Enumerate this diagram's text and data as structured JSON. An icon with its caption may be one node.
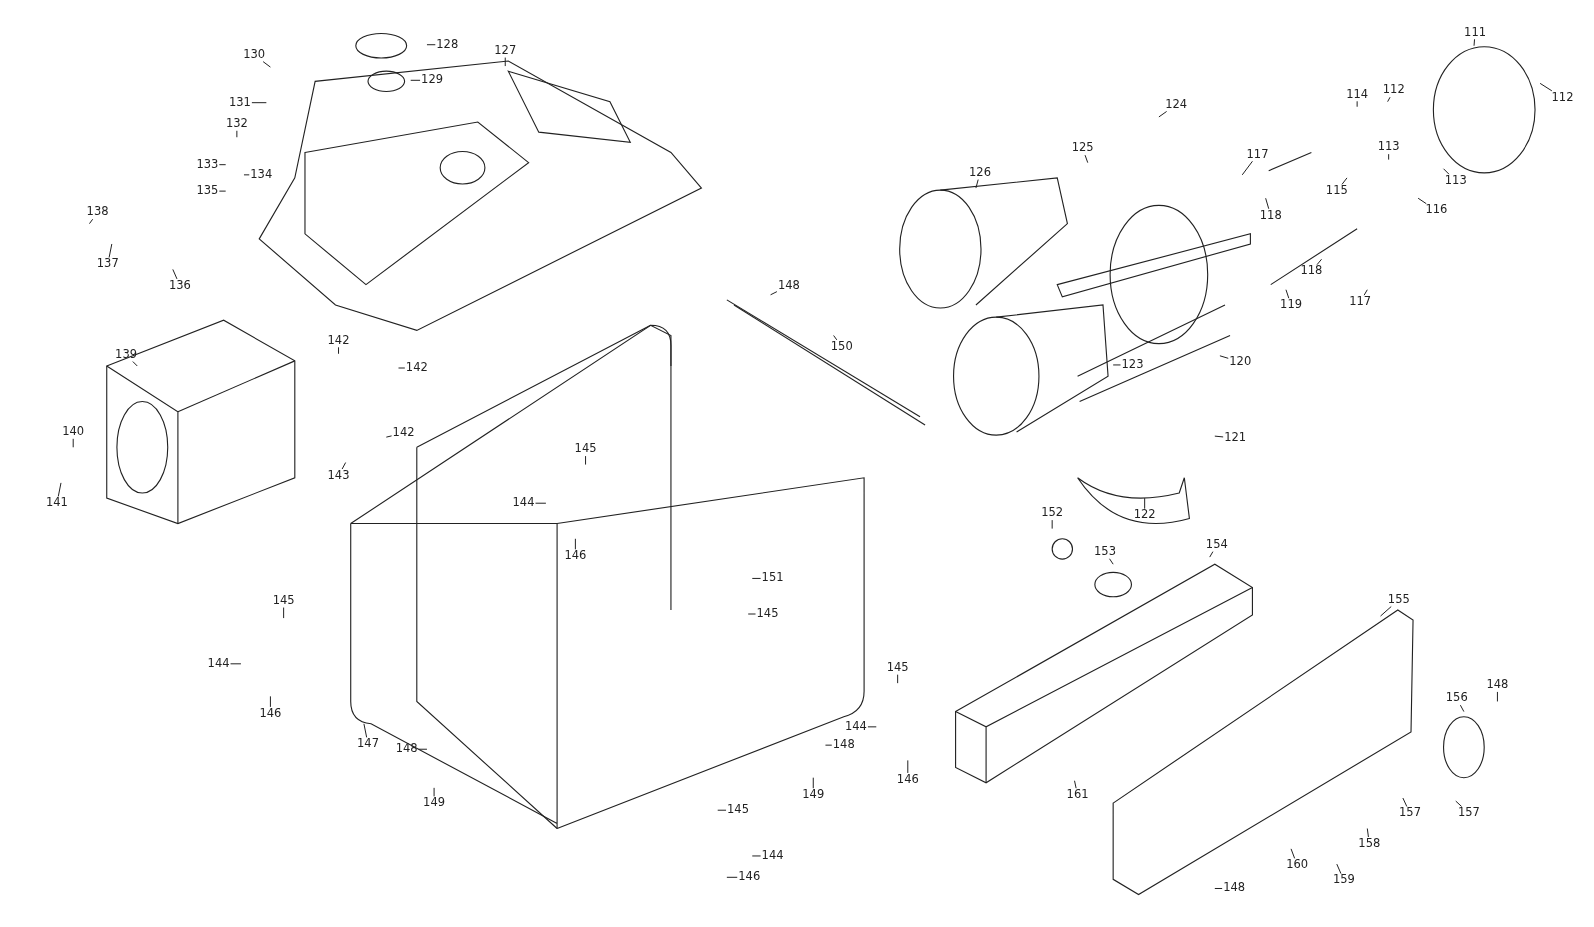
{
  "diagram": {
    "nodes": [
      {
        "text": [
          "128"
        ]
      },
      {
        "text": [
          "127"
        ]
      },
      {
        "text": [
          "130"
        ]
      },
      {
        "text": [
          "129"
        ]
      },
      {
        "text": [
          "131"
        ]
      },
      {
        "text": [
          "132"
        ]
      },
      {
        "text": [
          "133"
        ]
      },
      {
        "text": [
          "134"
        ]
      },
      {
        "text": [
          "135"
        ]
      },
      {
        "text": [
          "138"
        ]
      },
      {
        "text": [
          "137"
        ]
      },
      {
        "text": [
          "136"
        ]
      },
      {
        "text": [
          "139"
        ]
      },
      {
        "text": [
          "140"
        ]
      },
      {
        "text": [
          "141"
        ]
      },
      {
        "text": [
          "142"
        ]
      },
      {
        "text": [
          "142"
        ]
      },
      {
        "text": [
          "142"
        ]
      },
      {
        "text": [
          "143"
        ]
      },
      {
        "text": [
          "145"
        ]
      },
      {
        "text": [
          "144"
        ]
      },
      {
        "text": [
          "146"
        ]
      },
      {
        "text": [
          "145"
        ]
      },
      {
        "text": [
          "144"
        ]
      },
      {
        "text": [
          "146"
        ]
      },
      {
        "text": [
          "147"
        ]
      },
      {
        "text": [
          "148"
        ]
      },
      {
        "text": [
          "149"
        ]
      },
      {
        "text": [
          "150"
        ]
      },
      {
        "text": [
          "148"
        ]
      },
      {
        "text": [
          "151"
        ]
      },
      {
        "text": [
          "145"
        ]
      },
      {
        "text": [
          "145"
        ]
      },
      {
        "text": [
          "144"
        ]
      },
      {
        "text": [
          "146"
        ]
      },
      {
        "text": [
          "148"
        ]
      },
      {
        "text": [
          "149"
        ]
      },
      {
        "text": [
          "145"
        ]
      },
      {
        "text": [
          "144"
        ]
      },
      {
        "text": [
          "146"
        ]
      },
      {
        "text": [
          "124"
        ]
      },
      {
        "text": [
          "125"
        ]
      },
      {
        "text": [
          "126"
        ]
      },
      {
        "text": [
          "117"
        ]
      },
      {
        "text": [
          "118"
        ]
      },
      {
        "text": [
          "118"
        ]
      },
      {
        "text": [
          "117"
        ]
      },
      {
        "text": [
          "119"
        ]
      },
      {
        "text": [
          "123"
        ]
      },
      {
        "text": [
          "120"
        ]
      },
      {
        "text": [
          "121"
        ]
      },
      {
        "text": [
          "122"
        ]
      },
      {
        "text": [
          "111"
        ]
      },
      {
        "text": [
          "112"
        ]
      },
      {
        "text": [
          "114"
        ]
      },
      {
        "text": [
          "112"
        ]
      },
      {
        "text": [
          "113"
        ]
      },
      {
        "text": [
          "115"
        ]
      },
      {
        "text": [
          "113"
        ]
      },
      {
        "text": [
          "116"
        ]
      },
      {
        "text": [
          "152"
        ]
      },
      {
        "text": [
          "153"
        ]
      },
      {
        "text": [
          "154"
        ]
      },
      {
        "text": [
          "155"
        ]
      },
      {
        "text": [
          "156"
        ]
      },
      {
        "text": [
          "148"
        ]
      },
      {
        "text": [
          "157"
        ]
      },
      {
        "text": [
          "157"
        ]
      },
      {
        "text": [
          "158"
        ]
      },
      {
        "text": [
          "159"
        ]
      },
      {
        "text": [
          "160"
        ]
      },
      {
        "text": [
          "161"
        ]
      },
      {
        "text": [
          "148"
        ]
      }
    ],
    "edges": [
      {
        "from": 0,
        "to": null,
        "arrow": "none"
      },
      {
        "from": 1,
        "to": null,
        "arrow": "none"
      },
      {
        "from": 2,
        "to": null,
        "arrow": "none"
      },
      {
        "from": 3,
        "to": null,
        "arrow": "none"
      },
      {
        "from": 4,
        "to": null,
        "arrow": "none"
      },
      {
        "from": 5,
        "to": null,
        "arrow": "none"
      },
      {
        "from": 6,
        "to": null,
        "arrow": "none"
      },
      {
        "from": 7,
        "to": null,
        "arrow": "none"
      },
      {
        "from": 8,
        "to": null,
        "arrow": "none"
      },
      {
        "from": 9,
        "to": null,
        "arrow": "none"
      },
      {
        "from": 10,
        "to": null,
        "arrow": "none"
      },
      {
        "from": 11,
        "to": null,
        "arrow": "none"
      },
      {
        "from": 12,
        "to": null,
        "arrow": "none"
      },
      {
        "from": 13,
        "to": null,
        "arrow": "none"
      },
      {
        "from": 14,
        "to": null,
        "arrow": "none"
      },
      {
        "from": 15,
        "to": null,
        "arrow": "none"
      },
      {
        "from": 16,
        "to": null,
        "arrow": "none"
      },
      {
        "from": 17,
        "to": null,
        "arrow": "none"
      },
      {
        "from": 18,
        "to": null,
        "arrow": "none"
      },
      {
        "from": 19,
        "to": null,
        "arrow": "none"
      },
      {
        "from": 20,
        "to": null,
        "arrow": "none"
      },
      {
        "from": 21,
        "to": null,
        "arrow": "none"
      },
      {
        "from": 22,
        "to": null,
        "arrow": "none"
      },
      {
        "from": 23,
        "to": null,
        "arrow": "none"
      },
      {
        "from": 24,
        "to": null,
        "arrow": "none"
      },
      {
        "from": 25,
        "to": null,
        "arrow": "none"
      },
      {
        "from": 26,
        "to": null,
        "arrow": "none"
      },
      {
        "from": 27,
        "to": null,
        "arrow": "none"
      },
      {
        "from": 28,
        "to": null,
        "arrow": "none"
      },
      {
        "from": 29,
        "to": null,
        "arrow": "none"
      },
      {
        "from": 30,
        "to": null,
        "arrow": "none"
      },
      {
        "from": 31,
        "to": null,
        "arrow": "none"
      },
      {
        "from": 32,
        "to": null,
        "arrow": "none"
      },
      {
        "from": 33,
        "to": null,
        "arrow": "none"
      },
      {
        "from": 34,
        "to": null,
        "arrow": "none"
      },
      {
        "from": 35,
        "to": null,
        "arrow": "none"
      },
      {
        "from": 36,
        "to": null,
        "arrow": "none"
      },
      {
        "from": 37,
        "to": null,
        "arrow": "none"
      },
      {
        "from": 38,
        "to": null,
        "arrow": "none"
      },
      {
        "from": 39,
        "to": null,
        "arrow": "none"
      },
      {
        "from": 40,
        "to": null,
        "arrow": "none"
      },
      {
        "from": 41,
        "to": null,
        "arrow": "none"
      },
      {
        "from": 42,
        "to": null,
        "arrow": "none"
      },
      {
        "from": 43,
        "to": null,
        "arrow": "none"
      },
      {
        "from": 44,
        "to": null,
        "arrow": "none"
      },
      {
        "from": 45,
        "to": null,
        "arrow": "none"
      },
      {
        "from": 46,
        "to": null,
        "arrow": "none"
      },
      {
        "from": 47,
        "to": null,
        "arrow": "none"
      },
      {
        "from": 48,
        "to": null,
        "arrow": "none"
      },
      {
        "from": 49,
        "to": null,
        "arrow": "none"
      },
      {
        "from": 50,
        "to": null,
        "arrow": "none"
      },
      {
        "from": 51,
        "to": null,
        "arrow": "none"
      },
      {
        "from": 52,
        "to": null,
        "arrow": "none"
      },
      {
        "from": 53,
        "to": null,
        "arrow": "none"
      },
      {
        "from": 54,
        "to": null,
        "arrow": "none"
      },
      {
        "from": 55,
        "to": null,
        "arrow": "none"
      },
      {
        "from": 56,
        "to": null,
        "arrow": "none"
      },
      {
        "from": 57,
        "to": null,
        "arrow": "none"
      },
      {
        "from": 58,
        "to": null,
        "arrow": "none"
      },
      {
        "from": 59,
        "to": null,
        "arrow": "none"
      },
      {
        "from": 60,
        "to": null,
        "arrow": "none"
      },
      {
        "from": 61,
        "to": null,
        "arrow": "none"
      },
      {
        "from": 62,
        "to": null,
        "arrow": "none"
      },
      {
        "from": 63,
        "to": null,
        "arrow": "none"
      },
      {
        "from": 64,
        "to": null,
        "arrow": "none"
      },
      {
        "from": 65,
        "to": null,
        "arrow": "none"
      },
      {
        "from": 66,
        "to": null,
        "arrow": "none"
      },
      {
        "from": 67,
        "to": null,
        "arrow": "none"
      },
      {
        "from": 68,
        "to": null,
        "arrow": "none"
      },
      {
        "from": 69,
        "to": null,
        "arrow": "none"
      },
      {
        "from": 70,
        "to": null,
        "arrow": "none"
      },
      {
        "from": 71,
        "to": null,
        "arrow": "none"
      },
      {
        "from": 72,
        "to": null,
        "arrow": "none"
      }
    ]
  }
}
